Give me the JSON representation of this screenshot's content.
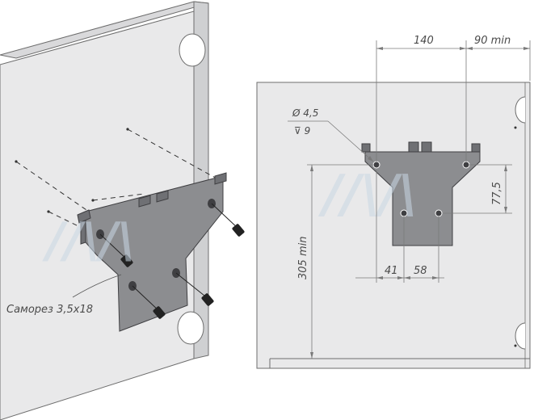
{
  "left_view": {
    "screw_label": "Саморез 3,5x18"
  },
  "right_view": {
    "dim_width_top": "140",
    "dim_offset_right": "90 min",
    "dim_hole_diameter": "Ø 4,5",
    "dim_hole_depth": "⊽ 9",
    "dim_height_vertical": "305 min",
    "dim_height_plate": "77,5",
    "dim_bottom_left": "41",
    "dim_bottom_right": "58"
  },
  "colors": {
    "panel": "#e9e9ea",
    "bracket": "#8c8d90",
    "watermark": "#c9d7e4"
  }
}
